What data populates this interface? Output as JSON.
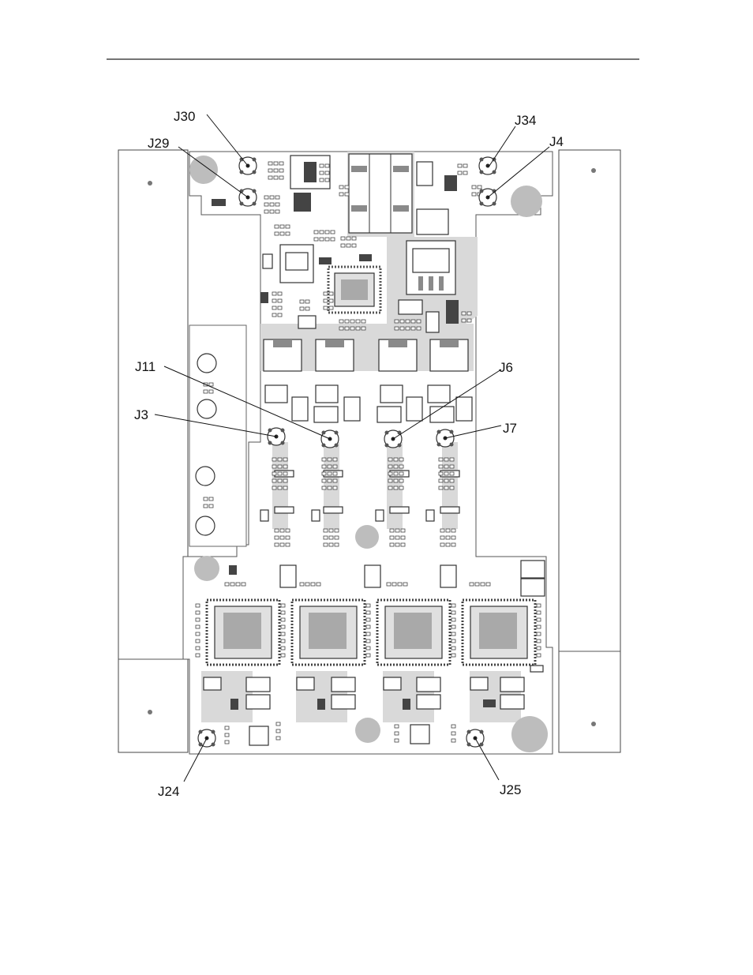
{
  "connector_labels": {
    "j30": "J30",
    "j29": "J29",
    "j34": "J34",
    "j4": "J4",
    "j11": "J11",
    "j3": "J3",
    "j6": "J6",
    "j7": "J7",
    "j24": "J24",
    "j25": "J25"
  }
}
